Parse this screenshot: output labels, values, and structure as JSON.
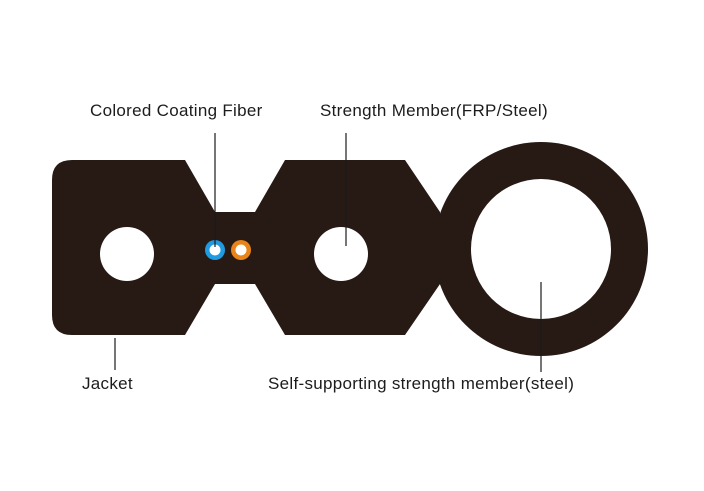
{
  "colors": {
    "background": "#ffffff",
    "jacket": "#271a15",
    "label_text": "#1c1c1c",
    "leader_line": "#1a1a1a",
    "fiber_blue": "#1f9be0",
    "fiber_orange": "#e8841a",
    "hole_fill": "#ffffff"
  },
  "labels": {
    "colored_coating_fiber": "Colored Coating Fiber",
    "strength_member_frp_steel": "Strength Member(FRP/Steel)",
    "jacket": "Jacket",
    "self_supporting_strength_member": "Self-supporting strength member(steel)"
  },
  "fibers": [
    {
      "name": "fiber-blue",
      "color": "blue"
    },
    {
      "name": "fiber-orange",
      "color": "orange"
    }
  ]
}
